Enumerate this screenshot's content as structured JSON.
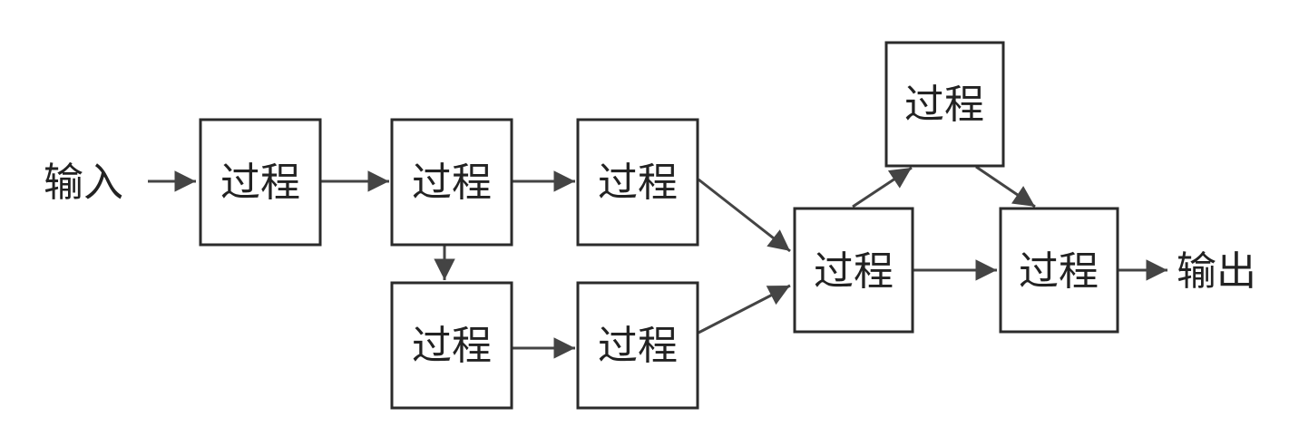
{
  "diagram": {
    "input_label": "输入",
    "output_label": "输出",
    "nodes": [
      {
        "id": "p1",
        "label": "过程"
      },
      {
        "id": "p2",
        "label": "过程"
      },
      {
        "id": "p3",
        "label": "过程"
      },
      {
        "id": "p4",
        "label": "过程"
      },
      {
        "id": "p5",
        "label": "过程"
      },
      {
        "id": "p6",
        "label": "过程"
      },
      {
        "id": "p7",
        "label": "过程"
      },
      {
        "id": "p8",
        "label": "过程"
      }
    ],
    "edges": [
      {
        "from": "input",
        "to": "p1"
      },
      {
        "from": "p1",
        "to": "p2"
      },
      {
        "from": "p2",
        "to": "p3"
      },
      {
        "from": "p2",
        "to": "p4"
      },
      {
        "from": "p4",
        "to": "p5"
      },
      {
        "from": "p3",
        "to": "p6"
      },
      {
        "from": "p5",
        "to": "p6"
      },
      {
        "from": "p6",
        "to": "p7"
      },
      {
        "from": "p6",
        "to": "p8"
      },
      {
        "from": "p7",
        "to": "p8"
      },
      {
        "from": "p8",
        "to": "output"
      }
    ],
    "colors": {
      "box_stroke": "#2b2b2b",
      "arrow": "#444444",
      "text": "#222222"
    }
  }
}
